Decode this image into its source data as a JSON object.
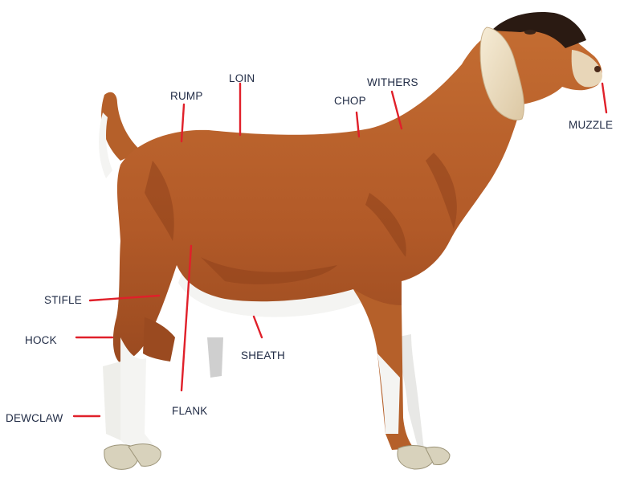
{
  "labels": {
    "loin": "LOIN",
    "rump": "RUMP",
    "withers": "WITHERS",
    "chop": "CHOP",
    "muzzle": "MUZZLE",
    "stifle": "STIFLE",
    "hock": "HOCK",
    "sheath": "SHEATH",
    "flank": "FLANK",
    "dewclaw": "DEWCLAW"
  },
  "colors": {
    "coat": "#b5602a",
    "coat_dark": "#8a3f1a",
    "white": "#f4f4f2",
    "ear": "#efe2c8",
    "head_dark": "#2a1a12",
    "hoof": "#d8d2bc",
    "leader": "#e0202a",
    "label_text": "#1f2a44"
  }
}
